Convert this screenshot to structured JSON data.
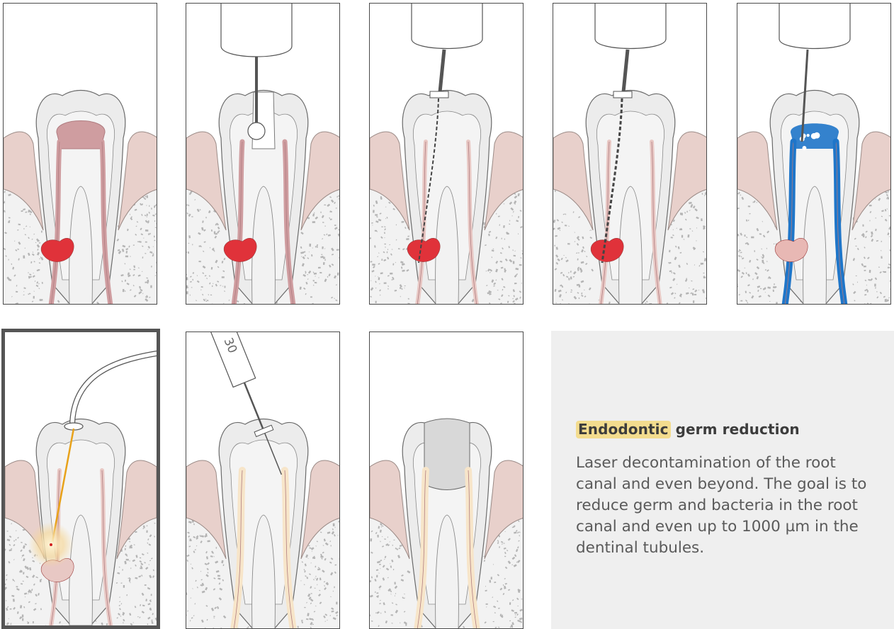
{
  "colors": {
    "gum": "#e8d0cb",
    "bone_bg": "#f2f2f2",
    "bone_speck": "#b4b4b4",
    "enamel": "#ececec",
    "dentin": "#f4f4f4",
    "pulp_infected": "#cf9da0",
    "root_canal_line": "#b07c80",
    "lesion": "#e0323a",
    "rinse": "#1f76c9",
    "filling": "#f7e5c9",
    "crown_filling": "#d8d8d8",
    "laser": "#e8a21a",
    "highlight": "#f3dc8e",
    "panel_border": "#4a4a4a",
    "selected_border": "#555555",
    "info_bg": "#efefef"
  },
  "panels": [
    {
      "id": "infected",
      "state": "infected",
      "selected": false
    },
    {
      "id": "opening",
      "state": "drill",
      "selected": false
    },
    {
      "id": "file-1",
      "state": "file",
      "selected": false
    },
    {
      "id": "file-2",
      "state": "file2",
      "selected": false
    },
    {
      "id": "rinse",
      "state": "rinse",
      "selected": false
    },
    {
      "id": "laser",
      "state": "laser",
      "selected": true
    },
    {
      "id": "filling",
      "state": "fill",
      "selected": false
    },
    {
      "id": "sealed",
      "state": "sealed",
      "selected": false
    }
  ],
  "instrument_label": "30",
  "info": {
    "title_highlight": "Endodontic",
    "title_rest": " germ reduction",
    "description": "Laser decontamination of the root canal and even beyond. The goal is to reduce germ and bacteria in the root canal and even up to 1000 µm in the dentinal tubules."
  }
}
